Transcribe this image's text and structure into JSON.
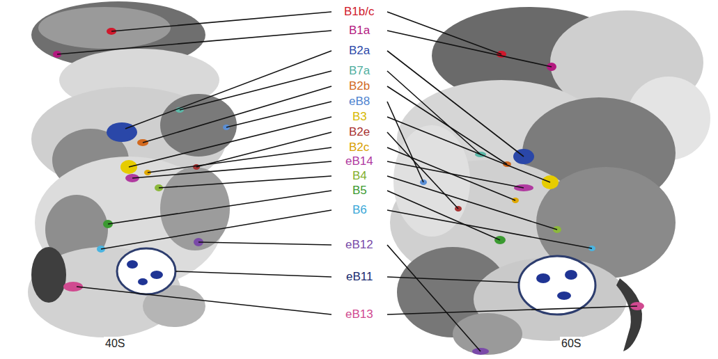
{
  "diagram": {
    "labels": [
      "B1b/c",
      "B1a",
      "B2a",
      "B7a",
      "B2b",
      "eB8",
      "B3",
      "B2e",
      "B2c",
      "eB14",
      "B4",
      "B5",
      "B6",
      "eB12",
      "eB11",
      "eB13",
      "40S",
      "60S"
    ]
  }
}
